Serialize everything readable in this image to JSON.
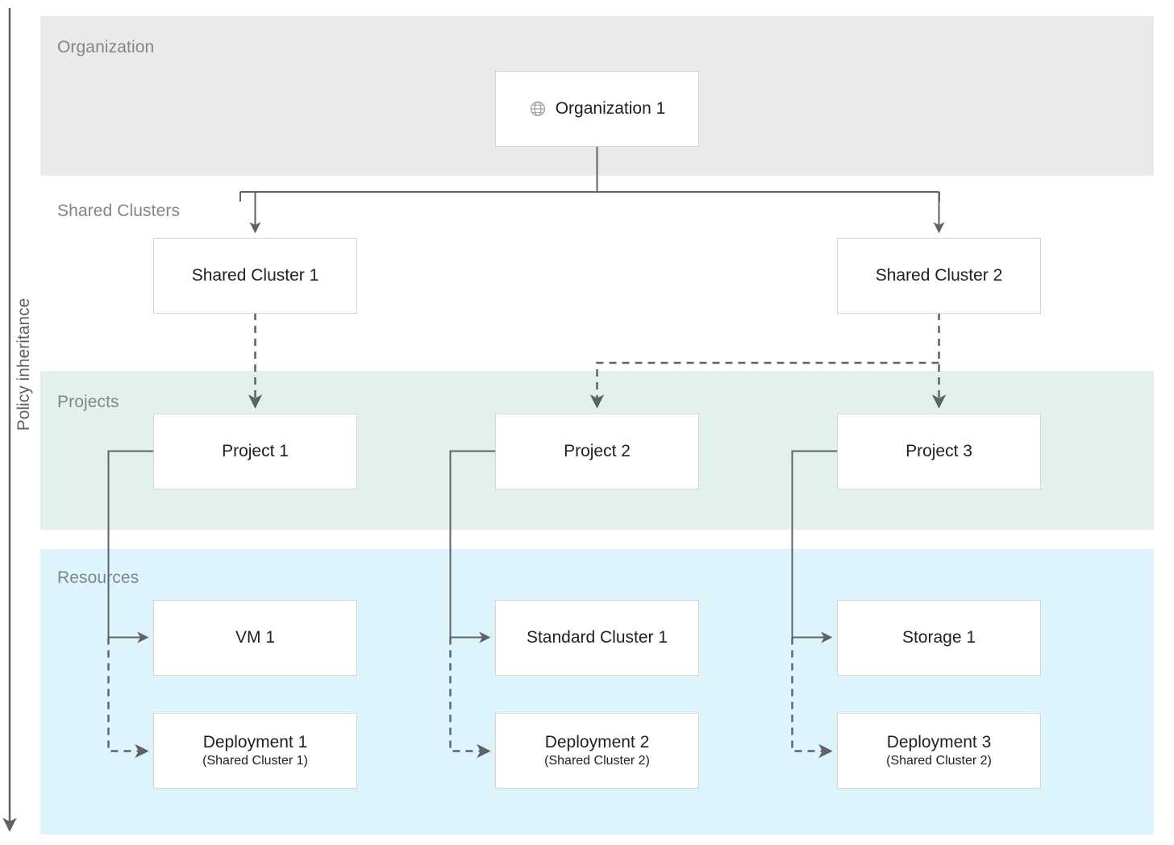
{
  "axis": {
    "label": "Policy inheritance",
    "direction": "down"
  },
  "bands": {
    "organization": {
      "label": "Organization",
      "color": "#eaeae8"
    },
    "shared_clusters": {
      "label": "Shared Clusters",
      "color": "#ffffff"
    },
    "projects": {
      "label": "Projects",
      "color": "#e2f2ea"
    },
    "resources": {
      "label": "Resources",
      "color": "#ddf4fd"
    }
  },
  "nodes": {
    "organization": {
      "title": "Organization 1",
      "icon": "globe-icon"
    },
    "shared_cluster_1": {
      "title": "Shared Cluster 1"
    },
    "shared_cluster_2": {
      "title": "Shared Cluster 2"
    },
    "project_1": {
      "title": "Project 1"
    },
    "project_2": {
      "title": "Project 2"
    },
    "project_3": {
      "title": "Project 3"
    },
    "vm_1": {
      "title": "VM 1"
    },
    "standard_cluster_1": {
      "title": "Standard Cluster 1"
    },
    "storage_1": {
      "title": "Storage 1"
    },
    "deployment_1": {
      "title": "Deployment 1",
      "subtitle": "(Shared Cluster 1)"
    },
    "deployment_2": {
      "title": "Deployment 2",
      "subtitle": "(Shared Cluster 2)"
    },
    "deployment_3": {
      "title": "Deployment 3",
      "subtitle": "(Shared Cluster 2)"
    }
  },
  "edges": [
    {
      "from": "organization",
      "to": "shared_cluster_1",
      "style": "solid"
    },
    {
      "from": "organization",
      "to": "shared_cluster_2",
      "style": "solid"
    },
    {
      "from": "shared_cluster_1",
      "to": "project_1",
      "style": "dashed"
    },
    {
      "from": "shared_cluster_2",
      "to": "project_2",
      "style": "dashed"
    },
    {
      "from": "shared_cluster_2",
      "to": "project_3",
      "style": "dashed"
    },
    {
      "from": "project_1",
      "to": "vm_1",
      "style": "solid"
    },
    {
      "from": "project_1",
      "to": "deployment_1",
      "style": "dashed"
    },
    {
      "from": "project_2",
      "to": "standard_cluster_1",
      "style": "solid"
    },
    {
      "from": "project_2",
      "to": "deployment_2",
      "style": "dashed"
    },
    {
      "from": "project_3",
      "to": "storage_1",
      "style": "solid"
    },
    {
      "from": "project_3",
      "to": "deployment_3",
      "style": "dashed"
    }
  ],
  "colors": {
    "line": "#5f6368",
    "node_border": "#d6d3d1",
    "node_fill": "#ffffff",
    "band_label": "#80868b",
    "node_text": "#202124"
  }
}
